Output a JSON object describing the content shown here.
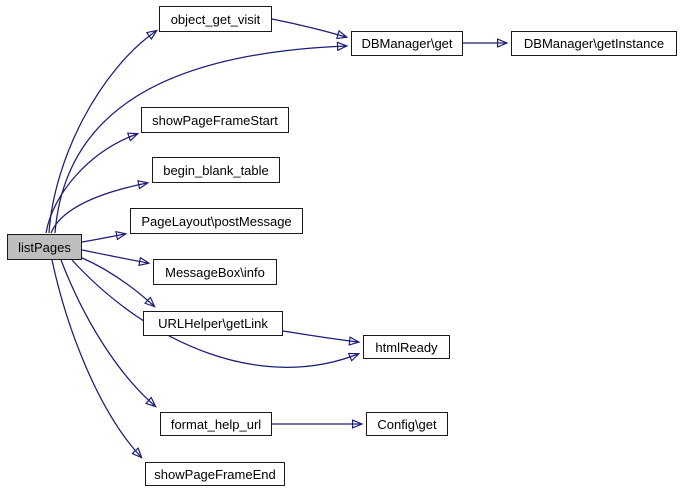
{
  "diagram": {
    "type": "call-graph",
    "colors": {
      "background": "#ffffff",
      "edge": "#1c1c78",
      "node_border": "#1a1a1a",
      "node_fill": "#ffffff",
      "highlight_fill": "#bebebe",
      "text": "#000000"
    },
    "nodes": [
      {
        "id": "listPages",
        "label": "listPages",
        "highlighted": true
      },
      {
        "id": "object_get_visit",
        "label": "object_get_visit",
        "highlighted": false
      },
      {
        "id": "dbmanager-get",
        "label": "DBManager\\get",
        "highlighted": false
      },
      {
        "id": "dbmanager-getinstance",
        "label": "DBManager\\getInstance",
        "highlighted": false
      },
      {
        "id": "showpageframestart",
        "label": "showPageFrameStart",
        "highlighted": false
      },
      {
        "id": "begin_blank_table",
        "label": "begin_blank_table",
        "highlighted": false
      },
      {
        "id": "pagelayout-postmessage",
        "label": "PageLayout\\postMessage",
        "highlighted": false
      },
      {
        "id": "messagebox-info",
        "label": "MessageBox\\info",
        "highlighted": false
      },
      {
        "id": "urlhelper-getlink",
        "label": "URLHelper\\getLink",
        "highlighted": false
      },
      {
        "id": "htmlready",
        "label": "htmlReady",
        "highlighted": false
      },
      {
        "id": "format_help_url",
        "label": "format_help_url",
        "highlighted": false
      },
      {
        "id": "config-get",
        "label": "Config\\get",
        "highlighted": false
      },
      {
        "id": "showpageframeend",
        "label": "showPageFrameEnd",
        "highlighted": false
      }
    ],
    "edges": [
      {
        "from": "listPages",
        "to": "object_get_visit"
      },
      {
        "from": "listPages",
        "to": "DBManager\\get"
      },
      {
        "from": "object_get_visit",
        "to": "DBManager\\get"
      },
      {
        "from": "DBManager\\get",
        "to": "DBManager\\getInstance"
      },
      {
        "from": "listPages",
        "to": "showPageFrameStart"
      },
      {
        "from": "listPages",
        "to": "begin_blank_table"
      },
      {
        "from": "listPages",
        "to": "PageLayout\\postMessage"
      },
      {
        "from": "listPages",
        "to": "MessageBox\\info"
      },
      {
        "from": "listPages",
        "to": "URLHelper\\getLink"
      },
      {
        "from": "listPages",
        "to": "htmlReady"
      },
      {
        "from": "URLHelper\\getLink",
        "to": "htmlReady"
      },
      {
        "from": "listPages",
        "to": "format_help_url"
      },
      {
        "from": "format_help_url",
        "to": "Config\\get"
      },
      {
        "from": "listPages",
        "to": "showPageFrameEnd"
      }
    ]
  }
}
